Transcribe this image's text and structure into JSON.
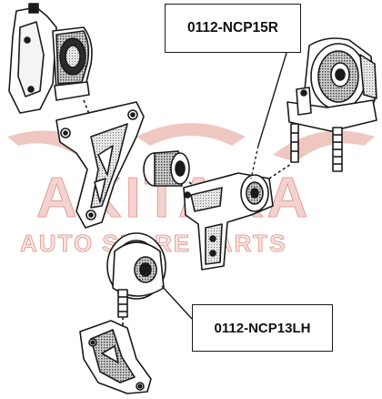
{
  "callouts": {
    "right_mount_part_number": "0112-NCP15R",
    "left_mount_part_number": "0112-NCP13LH"
  },
  "watermark": {
    "brand": "AKITAKA",
    "tagline": "AUTO SPARE PARTS",
    "color": "#c8321e"
  },
  "colors": {
    "line": "#1a1a1a",
    "paper": "#ffffff",
    "shade": "#555555"
  }
}
